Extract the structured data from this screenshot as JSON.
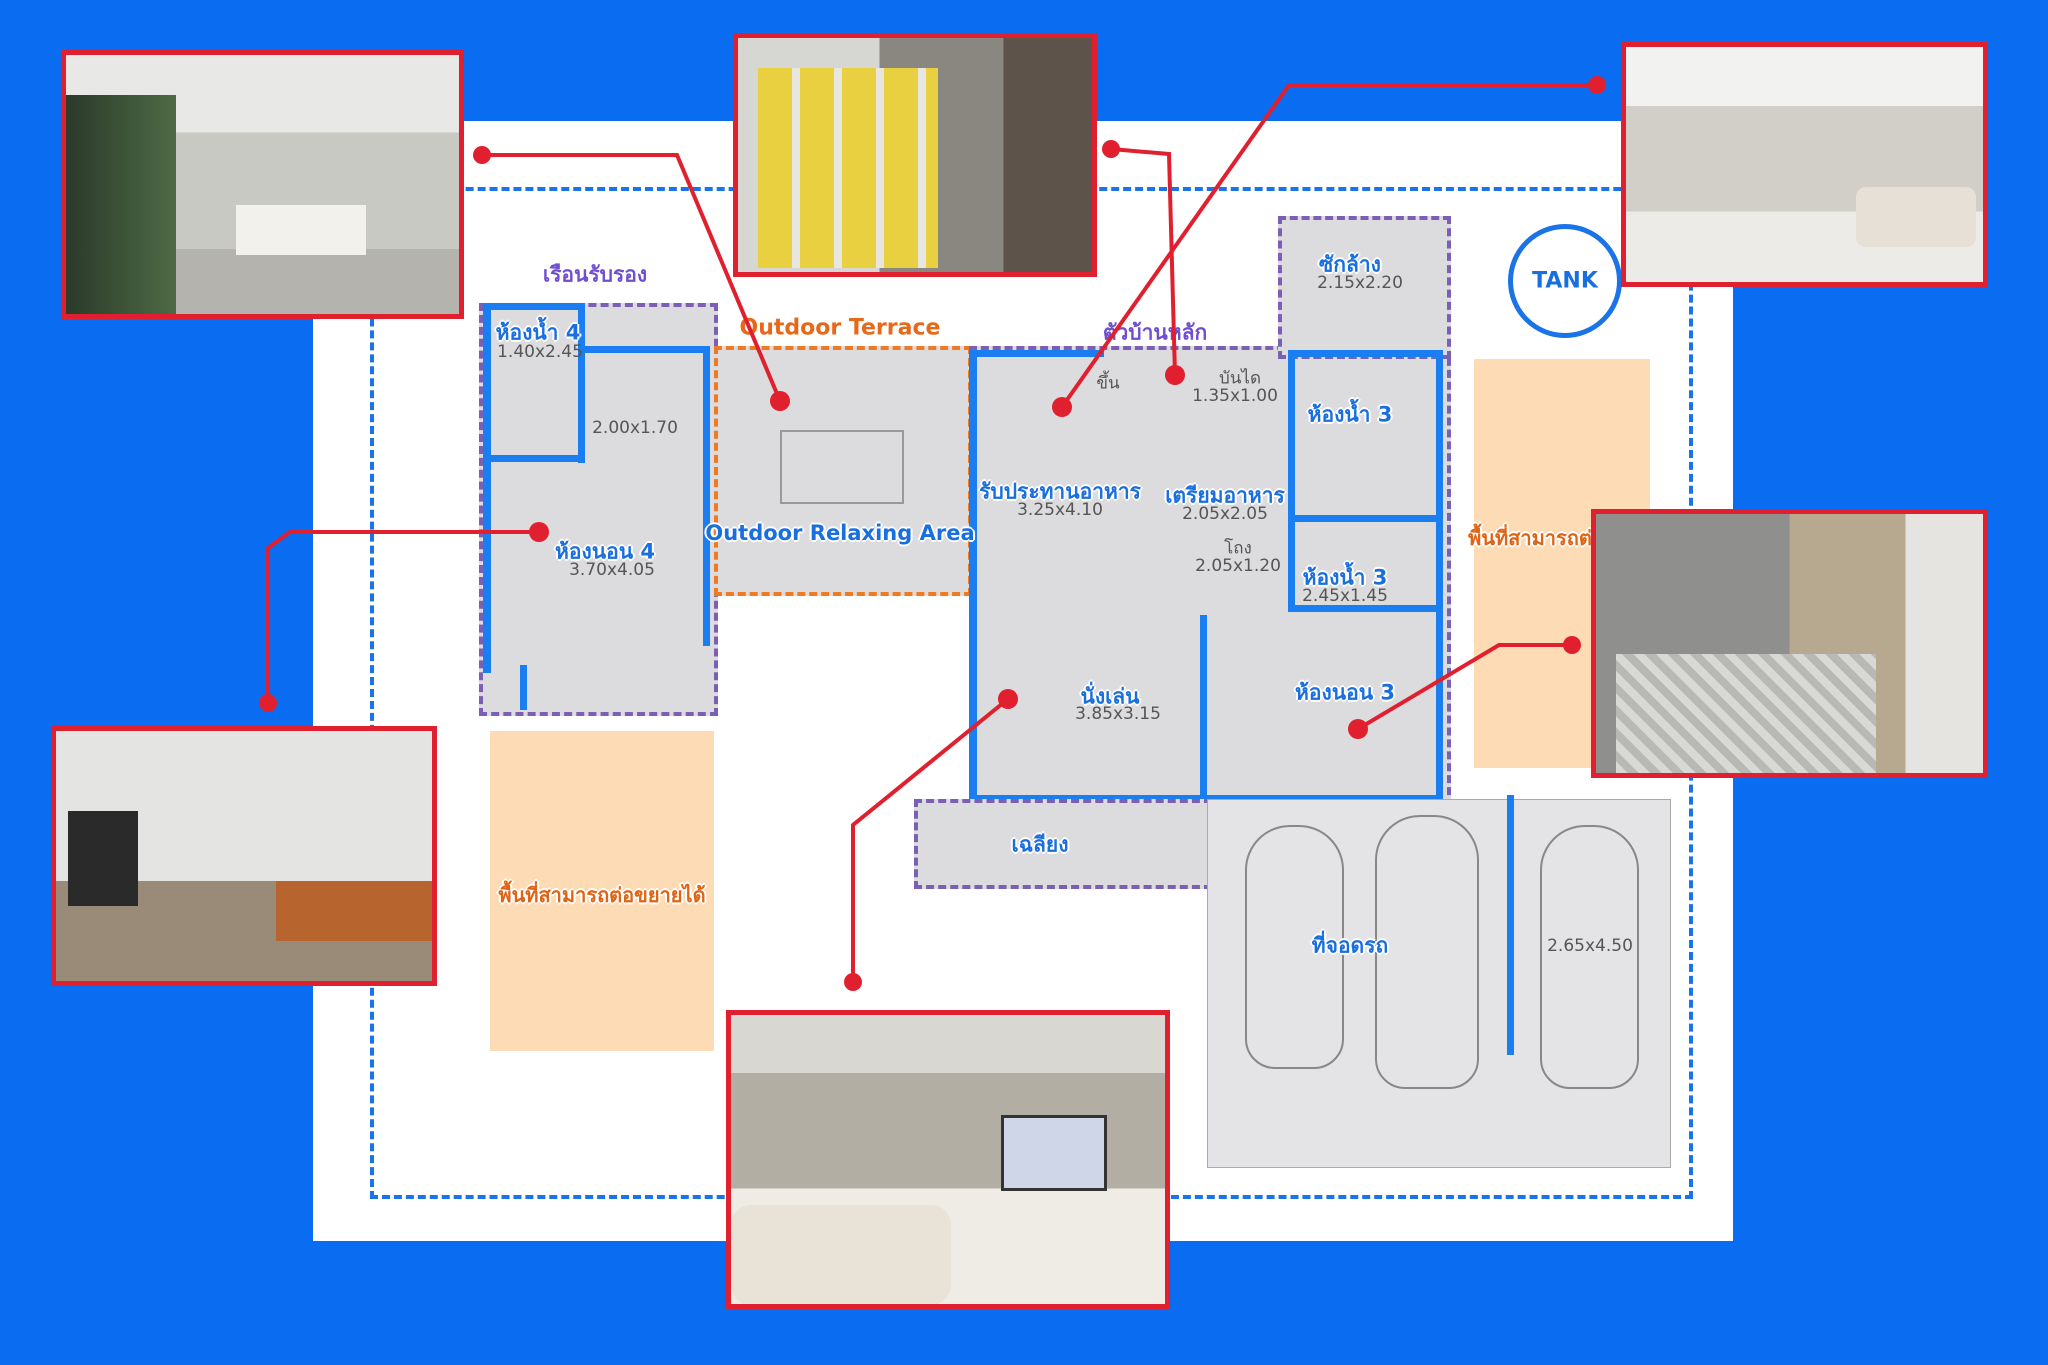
{
  "labels": {
    "guest_house": "เรือนรับรอง",
    "bathroom_4": "ห้องน้ำ 4",
    "bathroom_4_dim": "1.40x2.45",
    "room_dim_2": "2.00x1.70",
    "bedroom_4": "ห้องนอน 4",
    "bedroom_4_dim": "3.70x4.05",
    "outdoor_terrace": "Outdoor Terrace",
    "outdoor_relaxing": "Outdoor Relaxing Area",
    "main_house": "ตัวบ้านหลัก",
    "laundry": "ซักล้าง",
    "laundry_dim": "2.15x2.20",
    "stairs": "บันได",
    "stairs_dim": "1.35x1.00",
    "up": "ขึ้น",
    "bathroom_3a": "ห้องน้ำ 3",
    "dining": "รับประทานอาหาร",
    "dining_dim": "3.25x4.10",
    "kitchen_prep": "เตรียมอาหาร",
    "kitchen_prep_dim": "2.05x2.05",
    "hall": "โถง",
    "hall_dim": "2.05x1.20",
    "bathroom_3b": "ห้องน้ำ 3",
    "bathroom_3b_dim": "2.45x1.45",
    "living": "นั่งเล่น",
    "living_dim": "3.85x3.15",
    "bedroom_3": "ห้องนอน 3",
    "porch": "เฉลียง",
    "carport": "ที่จอดรถ",
    "carport_dim": "2.65x4.50",
    "expand_left": "พื้นที่สามารถต่อขยายได้",
    "expand_right": "พื้นที่สามารถต่",
    "tank": "TANK"
  },
  "colors": {
    "background": "#0a6cf0",
    "wall": "#1a7df0",
    "callout": "#e0202e",
    "expansion_area": "#fddbb5",
    "terrace_outline": "#f07a22",
    "zone_outline": "#7a5fb5"
  },
  "photos": [
    {
      "subject": "dining-room-photo"
    },
    {
      "subject": "staircase-cabinet-photo"
    },
    {
      "subject": "living-room-photo"
    },
    {
      "subject": "bedroom-photo"
    },
    {
      "subject": "guest-living-photo"
    },
    {
      "subject": "main-living-photo"
    }
  ]
}
